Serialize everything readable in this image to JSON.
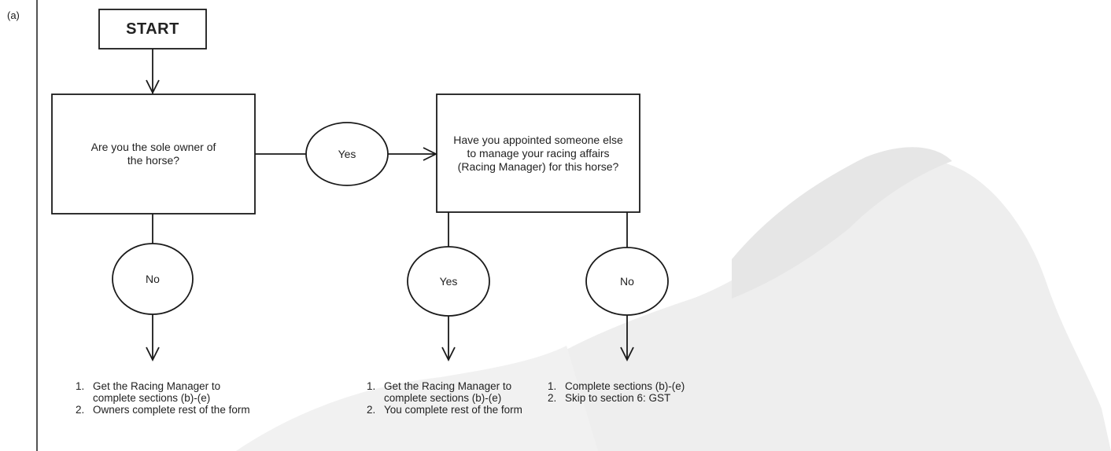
{
  "section_label": "(a)",
  "start": {
    "label": "START"
  },
  "question1": {
    "text": "Are you the sole owner of the horse?"
  },
  "question2": {
    "text": "Have you appointed someone else to manage your racing affairs (Racing Manager) for this horse?"
  },
  "answers": {
    "q1_yes": "Yes",
    "q1_no": "No",
    "q2_yes": "Yes",
    "q2_no": "No"
  },
  "outcomes": {
    "q1_no": [
      {
        "num": "1.",
        "text": "Get the Racing Manager to complete sections (b)-(e)"
      },
      {
        "num": "2.",
        "text": "Owners complete rest of the form"
      }
    ],
    "q2_yes": [
      {
        "num": "1.",
        "text": "Get the Racing Manager to complete sections (b)-(e)"
      },
      {
        "num": "2.",
        "text": "You complete rest of the form"
      }
    ],
    "q2_no": [
      {
        "num": "1.",
        "text": "Complete sections (b)-(e)"
      },
      {
        "num": "2.",
        "text": "Skip to section 6: GST"
      }
    ]
  },
  "colors": {
    "stroke": "#1a1a1a",
    "watermark": "#ededed"
  }
}
